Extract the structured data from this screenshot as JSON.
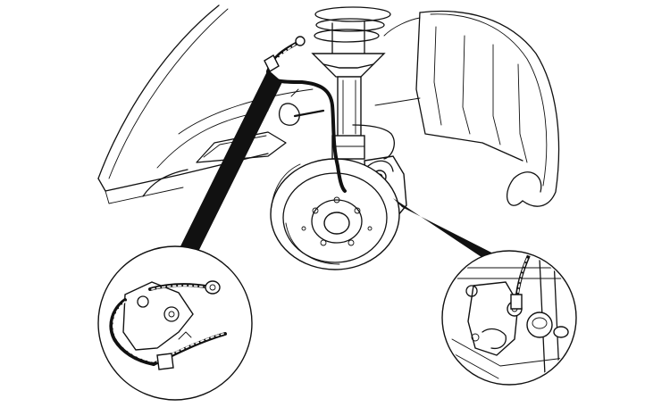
{
  "diagram": {
    "kind": "technical-illustration",
    "subject": "front-wheel-brake-hose-assembly",
    "callouts": [
      {
        "id": "hose-bracket-detail",
        "side": "left"
      },
      {
        "id": "caliper-connection-detail",
        "side": "right"
      }
    ],
    "colors": {
      "ink": "#111111",
      "paper": "#ffffff"
    }
  }
}
